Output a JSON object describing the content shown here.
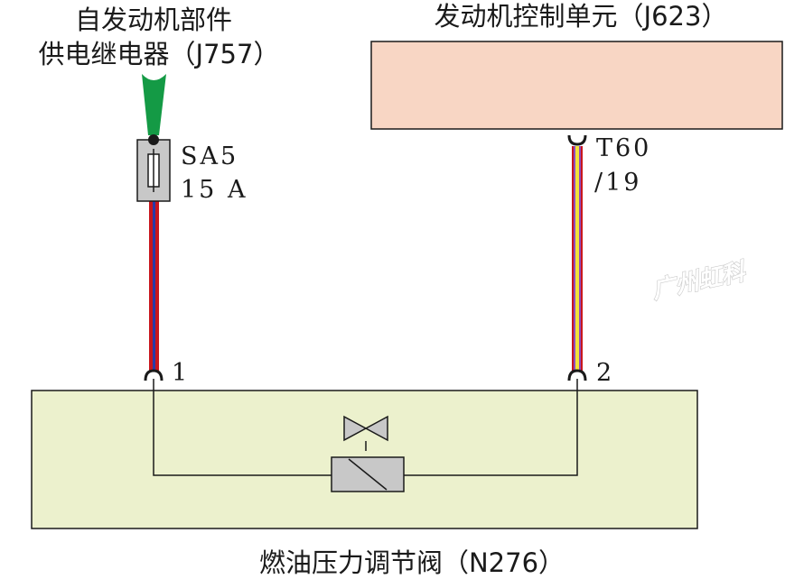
{
  "relay": {
    "line1": "自发动机部件",
    "line2": "供电继电器（J757）"
  },
  "ecu": {
    "label": "发动机控制单元（J623）",
    "color": "#f8d6c4"
  },
  "fuse": {
    "name": "SA5",
    "rating": "15 A"
  },
  "ecu_pin": {
    "line1": "T60",
    "line2": "/19"
  },
  "valve": {
    "label": "燃油压力调节阀（N276）",
    "color": "#ecf1cd"
  },
  "pins": {
    "left": "1",
    "right": "2"
  },
  "wires": {
    "left": {
      "colors": [
        "#c8161d",
        "#2a3aa8",
        "#c8161d"
      ]
    },
    "right": {
      "colors": [
        "#c8161d",
        "#8d4bbd",
        "#f2e23a",
        "#8d4bbd",
        "#c8161d"
      ]
    }
  },
  "feed_color": "#149a45",
  "watermark": "广州虹科"
}
